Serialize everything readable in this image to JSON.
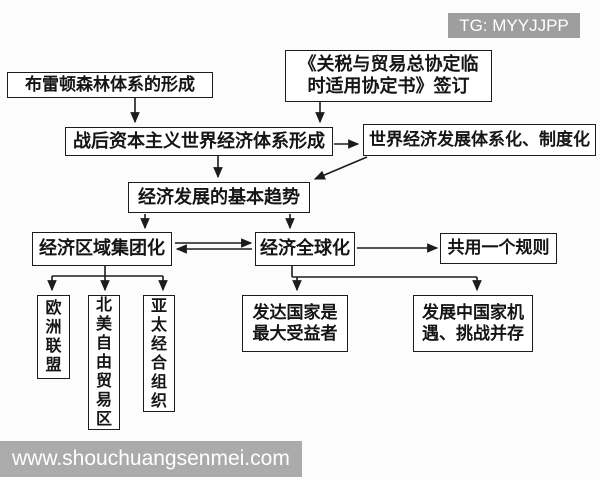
{
  "watermarks": {
    "tg": "TG: MYYJJPP",
    "site": "www.shouchuangsenmei.com"
  },
  "colors": {
    "box_border": "#1c1c1c",
    "box_background": "#ffffff",
    "text": "#151515",
    "watermark_background": "#a5a5a5",
    "watermark_text": "#ffffff",
    "page_background": "#fcfcfc"
  },
  "diagram": {
    "nodes": {
      "bretton": "布雷顿森林体系的形成",
      "gatt": {
        "line1": "《关税与贸易总协定临",
        "line2": "时适用协定书》签订"
      },
      "postwar": "战后资本主义世界经济体系形成",
      "institutional": "世界经济发展体系化、制度化",
      "trend": "经济发展的基本趋势",
      "regional": "经济区域集团化",
      "globalization": "经济全球化",
      "shared_rule": "共用一个规则",
      "eu": "欧洲联盟",
      "nafta": "北美自由贸易区",
      "apec": "亚太经合组织",
      "developed": {
        "line1": "发达国家是",
        "line2": "最大受益者"
      },
      "developing": {
        "line1": "发展中国家机",
        "line2": "遇、挑战并存"
      }
    },
    "edges": [
      {
        "from": "布雷顿森林体系的形成",
        "to": "战后资本主义世界经济体系形成"
      },
      {
        "from": "《关税与贸易总协定临时适用协定书》签订",
        "to": "战后资本主义世界经济体系形成"
      },
      {
        "from": "战后资本主义世界经济体系形成",
        "to": "世界经济发展体系化、制度化"
      },
      {
        "from": "战后资本主义世界经济体系形成",
        "to": "经济发展的基本趋势"
      },
      {
        "from": "世界经济发展体系化、制度化",
        "to": "经济发展的基本趋势"
      },
      {
        "from": "经济发展的基本趋势",
        "to": "经济区域集团化"
      },
      {
        "from": "经济发展的基本趋势",
        "to": "经济全球化"
      },
      {
        "from": "经济区域集团化",
        "to": "经济全球化",
        "bidirectional": true
      },
      {
        "from": "经济全球化",
        "to": "共用一个规则"
      },
      {
        "from": "经济区域集团化",
        "to": "欧洲联盟"
      },
      {
        "from": "经济区域集团化",
        "to": "北美自由贸易区"
      },
      {
        "from": "经济区域集团化",
        "to": "亚太经合组织"
      },
      {
        "from": "经济全球化",
        "to": "发达国家是最大受益者"
      },
      {
        "from": "经济全球化",
        "to": "发展中国家机遇、挑战并存"
      }
    ]
  }
}
